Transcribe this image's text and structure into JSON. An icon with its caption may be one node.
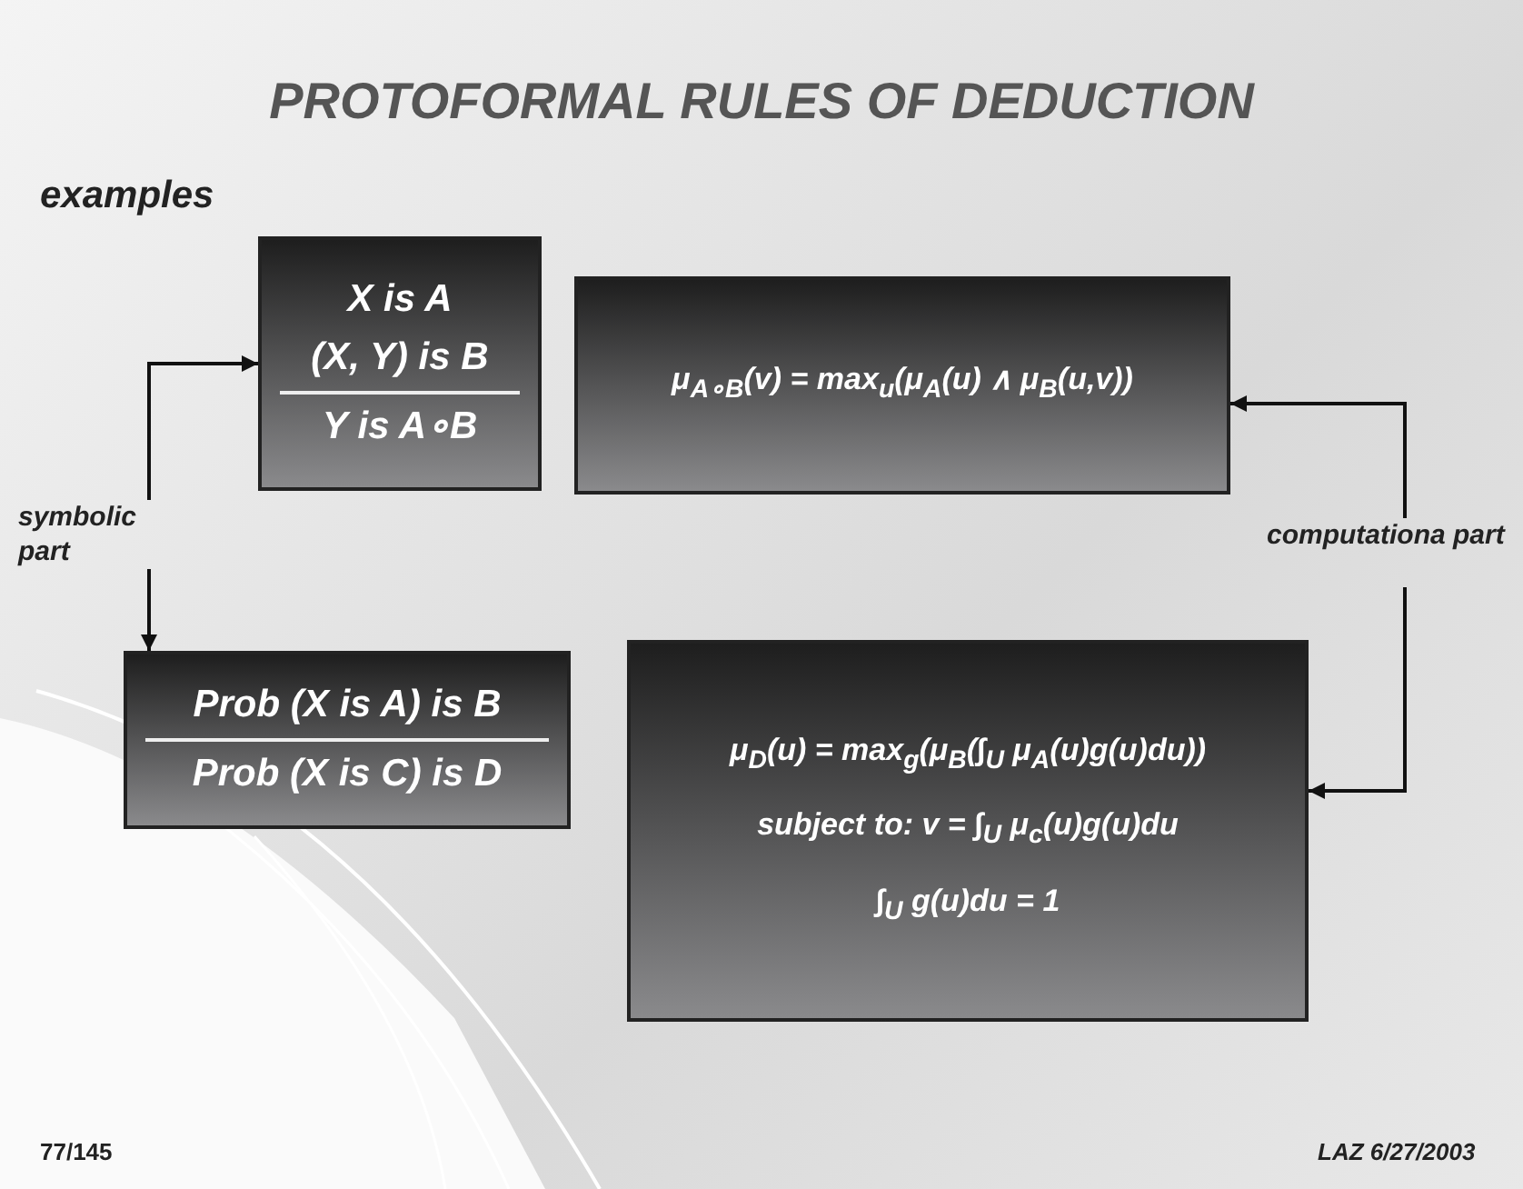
{
  "diagram": {
    "title": "PROTOFORMAL RULES OF DEDUCTION",
    "nodes": [
      {
        "text": [
          "X is A",
          "(X, Y) is B",
          "Y is A∘B"
        ]
      },
      {
        "text": [
          "μ$_{A∘B}$(v) = max$_{u}$(μ$_{A}$(u) ∧ μ$_{B}$(u,v))"
        ]
      },
      {
        "text": [
          "symbolic part"
        ]
      },
      {
        "text": [
          "computationa part"
        ]
      },
      {
        "text": [
          "Prob (X is A) is B",
          "Prob (X is C) is D"
        ]
      },
      {
        "text": [
          "μ$_{D}$(u) = max$_{g}$(μ$_{B}$(∫$_{U}$ μ$_{A}$(u)g(u)du))",
          "subject to: v = ∫$_{U}$ μ$_{c}$(u)g(u)du",
          "∫$_{U}$ g(u)du = 1"
        ]
      }
    ],
    "edges": [
      {
        "from": 2,
        "to": 0,
        "arrow": "to"
      },
      {
        "from": 2,
        "to": 4,
        "arrow": "to"
      },
      {
        "from": 3,
        "to": 1,
        "arrow": "to"
      },
      {
        "from": 3,
        "to": 5,
        "arrow": "to"
      }
    ],
    "labels": [
      "examples",
      "77/145",
      "LAZ 6/27/2003"
    ]
  }
}
